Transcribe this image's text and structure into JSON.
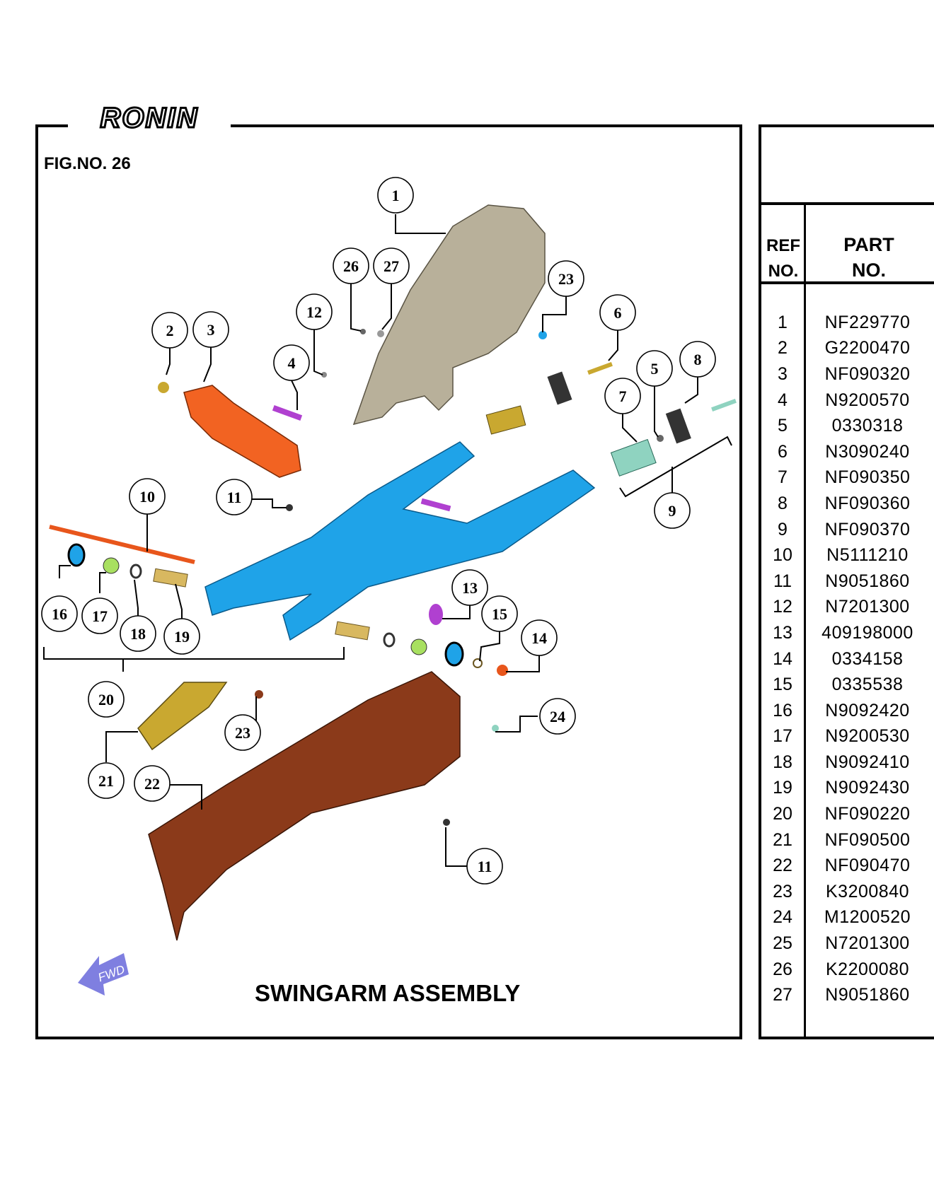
{
  "brand": "RONIN",
  "figure_label": "FIG.NO. 26",
  "title": "SWINGARM ASSEMBLY",
  "fwd_label": "FWD",
  "table": {
    "header_ref": [
      "REF",
      "NO."
    ],
    "header_part": [
      "PART",
      "NO."
    ],
    "rows": [
      {
        "ref": "1",
        "part": "NF229770"
      },
      {
        "ref": "2",
        "part": "G2200470"
      },
      {
        "ref": "3",
        "part": "NF090320"
      },
      {
        "ref": "4",
        "part": "N9200570"
      },
      {
        "ref": "5",
        "part": "0330318"
      },
      {
        "ref": "6",
        "part": "N3090240"
      },
      {
        "ref": "7",
        "part": "NF090350"
      },
      {
        "ref": "8",
        "part": "NF090360"
      },
      {
        "ref": "9",
        "part": "NF090370"
      },
      {
        "ref": "10",
        "part": "N5111210"
      },
      {
        "ref": "11",
        "part": "N9051860"
      },
      {
        "ref": "12",
        "part": "N7201300"
      },
      {
        "ref": "13",
        "part": "409198000"
      },
      {
        "ref": "14",
        "part": "0334158"
      },
      {
        "ref": "15",
        "part": "0335538"
      },
      {
        "ref": "16",
        "part": "N9092420"
      },
      {
        "ref": "17",
        "part": "N9200530"
      },
      {
        "ref": "18",
        "part": "N9092410"
      },
      {
        "ref": "19",
        "part": "N9092430"
      },
      {
        "ref": "20",
        "part": "NF090220"
      },
      {
        "ref": "21",
        "part": "NF090500"
      },
      {
        "ref": "22",
        "part": "NF090470"
      },
      {
        "ref": "23",
        "part": "K3200840"
      },
      {
        "ref": "24",
        "part": "M1200520"
      },
      {
        "ref": "25",
        "part": "N7201300"
      },
      {
        "ref": "26",
        "part": "K2200080"
      },
      {
        "ref": "27",
        "part": "N9051860"
      }
    ]
  },
  "callouts": [
    "1",
    "2",
    "3",
    "4",
    "5",
    "6",
    "7",
    "8",
    "9",
    "10",
    "11",
    "12",
    "13",
    "14",
    "15",
    "16",
    "17",
    "18",
    "19",
    "20",
    "21",
    "22",
    "23",
    "23",
    "24",
    "26",
    "27",
    "11"
  ],
  "colors": {
    "fender": "#b8b09a",
    "shock": "#f26322",
    "swingarm": "#1fa3e8",
    "chain_guard": "#8b3a1a",
    "axle": "#e8561c",
    "bracket": "#c9a830",
    "fwd_arrow": "#7f7fe0"
  }
}
